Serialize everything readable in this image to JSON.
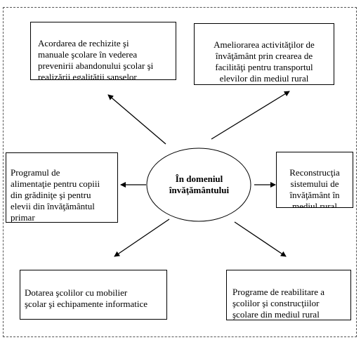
{
  "center_label": "În domeniul\nînvăţământului",
  "boxes": {
    "top_left": "Acordarea de rechizite şi\nmanuale şcolare în vederea\nprevenirii abandonului şcolar şi\nrealizării egalităţii şanselor\npentru accesul la educaţie",
    "top_right": "Ameliorarea activităţilor de\nînvăţământ prin crearea de\nfacilităţi pentru transportul\nelevilor din mediul rural\ndefavorizat",
    "left": "Programul de\nalimentaţie pentru copiii\ndin grădiniţe şi pentru\nelevii din învăţământul\nprimar",
    "right": "Reconstrucţia\nsistemului de\nînvăţământ în\nmediul rural",
    "bottom_left": "Dotarea şcolilor cu mobilier\nşcolar şi echipamente informatice",
    "bottom_right": "Programe de reabilitare a\nşcolilor şi construcţiilor\nşcolare din mediul rural"
  }
}
